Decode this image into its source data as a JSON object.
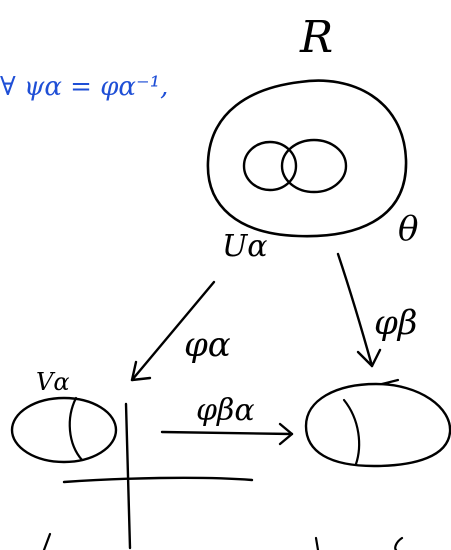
{
  "note": {
    "text": "∀ ψα = φα⁻¹,",
    "color": "#1f4fd6"
  },
  "labels": {
    "space": "R",
    "open_set": "Uα",
    "neighbor_set": "θ",
    "chart_alpha": "φα",
    "chart_beta": "φβ",
    "domain_set": "Vα",
    "transition": "φβα"
  },
  "ink_color": "#000000"
}
